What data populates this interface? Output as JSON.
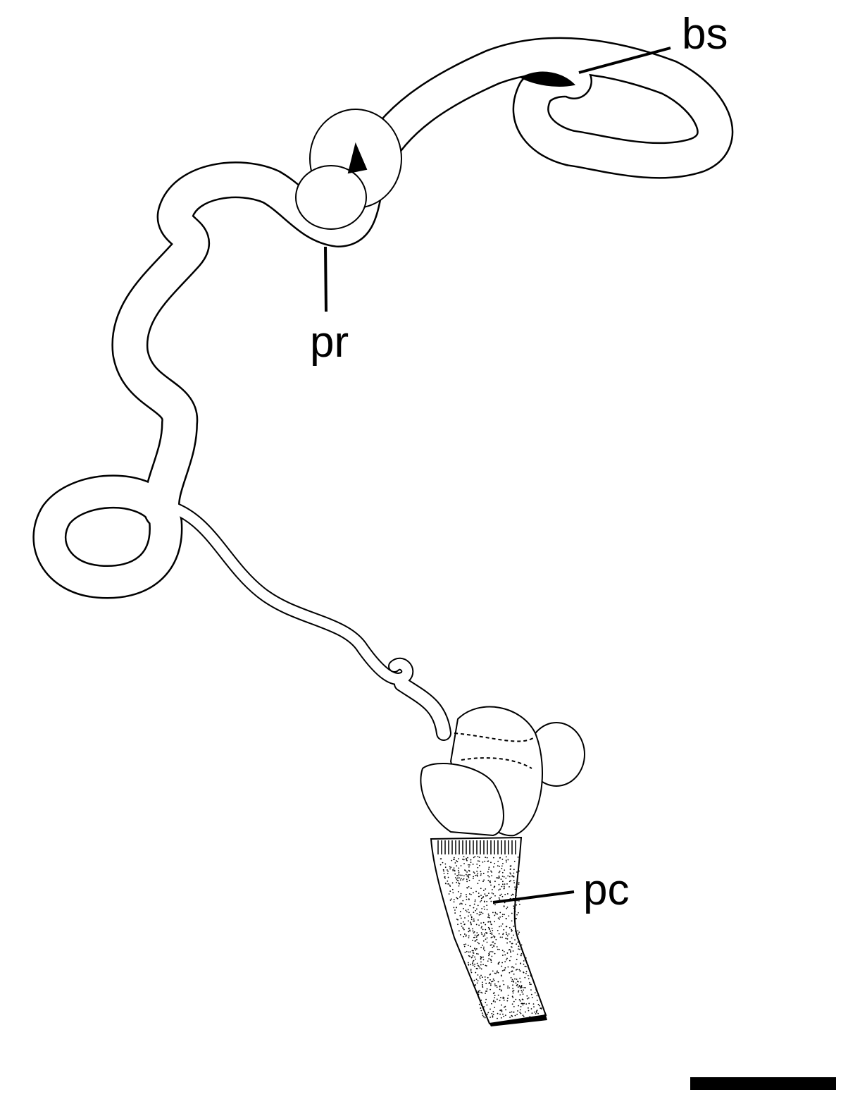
{
  "figure": {
    "labels": {
      "bs": "bs",
      "pr": "pr",
      "pc": "pc"
    },
    "colors": {
      "ink": "#000000",
      "paper": "#ffffff"
    },
    "scale_bar": {
      "present": true
    }
  }
}
